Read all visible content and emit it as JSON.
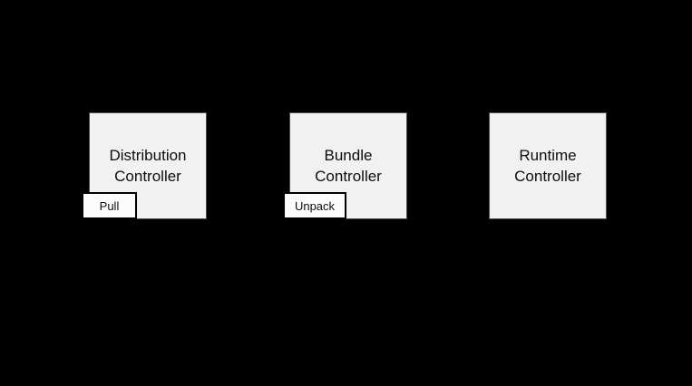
{
  "canvas": {
    "background_color": "#000000"
  },
  "diagram": {
    "type": "architecture-block-diagram",
    "colors": {
      "node_fill": "#f1f1f1",
      "node_border": "#4f4f4f",
      "action_fill": "#fcfcfc",
      "action_border": "#000000",
      "text": "#0d0d0d"
    },
    "nodes": [
      {
        "id": "distribution-controller",
        "label": "Distribution\nController",
        "action": "Pull"
      },
      {
        "id": "bundle-controller",
        "label": "Bundle\nController",
        "action": "Unpack"
      },
      {
        "id": "runtime-controller",
        "label": "Runtime\nController"
      }
    ]
  }
}
